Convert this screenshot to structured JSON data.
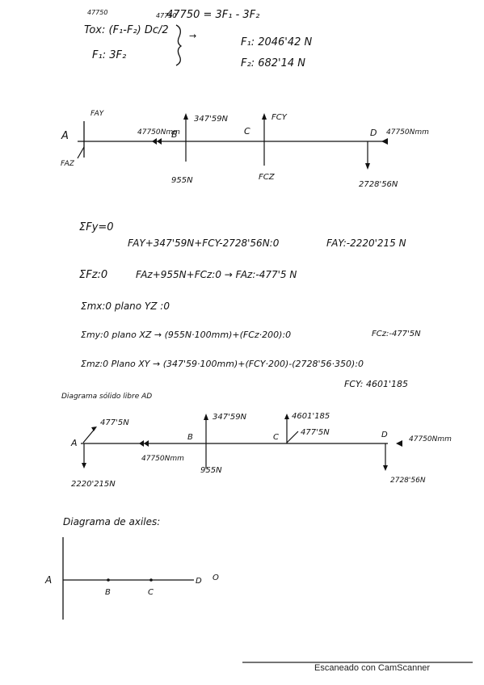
{
  "top_block": {
    "t_note": "47750",
    "eq_tork": "Tox: (F₁-F₂) Dc/2",
    "f_note2": "47750",
    "eq_main": "47750 = 3F₁ - 3F₂",
    "eq_ratio": "F₁: 3F₂",
    "f1": "F₁: 2046'42 N",
    "f2": "F₂: 682'14 N"
  },
  "fbd1": {
    "pt_a": "A",
    "pt_b": "B",
    "pt_c": "C",
    "pt_d": "D",
    "fay": "FAY",
    "faz": "FAZ",
    "moment_b": "47750Nmm",
    "force_b_up": "347'59N",
    "force_b_down": "955N",
    "fcy": "FCY",
    "fcz": "FCZ",
    "moment_d": "47750Nmm",
    "force_d": "2728'56N"
  },
  "equations": {
    "sum_fy": "ΣFy=0",
    "sum_fy_expr": "FAY+347'59N+FCY-2728'56N:0",
    "fay_result": "FAY:-2220'215 N",
    "sum_fz": "ΣFz:0",
    "sum_fz_expr": "FAz+955N+FCz:0 → FAz:-477'5 N",
    "sum_mx": "Σmx:0  plano YZ :0",
    "sum_my": "Σmy:0 plano XZ → (955N·100mm)+(FCz·200):0",
    "fcz_result": "FCz:-477'5N",
    "sum_mz": "Σmz:0  Plano XY → (347'59·100mm)+(FCY·200)-(2728'56·350):0",
    "fcy_result": "FCY: 4601'185"
  },
  "diagram2": {
    "title": "Diagrama sólido libre AD",
    "pt_a": "A",
    "pt_b": "B",
    "pt_c": "C",
    "pt_d": "D",
    "a_z": "477'5N",
    "a_y": "2220'215N",
    "b_moment": "47750Nmm",
    "b_up": "347'59N",
    "b_down": "955N",
    "c_up": "4601'185",
    "c_z": "477'5N",
    "d_moment": "47750Nmm",
    "d_down": "2728'56N"
  },
  "diagram3": {
    "title": "Diagrama de axiles:",
    "pt_a": "A",
    "pt_b": "B",
    "pt_c": "C",
    "pt_d": "D",
    "pt_o": "O"
  },
  "footer": {
    "scanner": "Escaneado con CamScanner"
  }
}
